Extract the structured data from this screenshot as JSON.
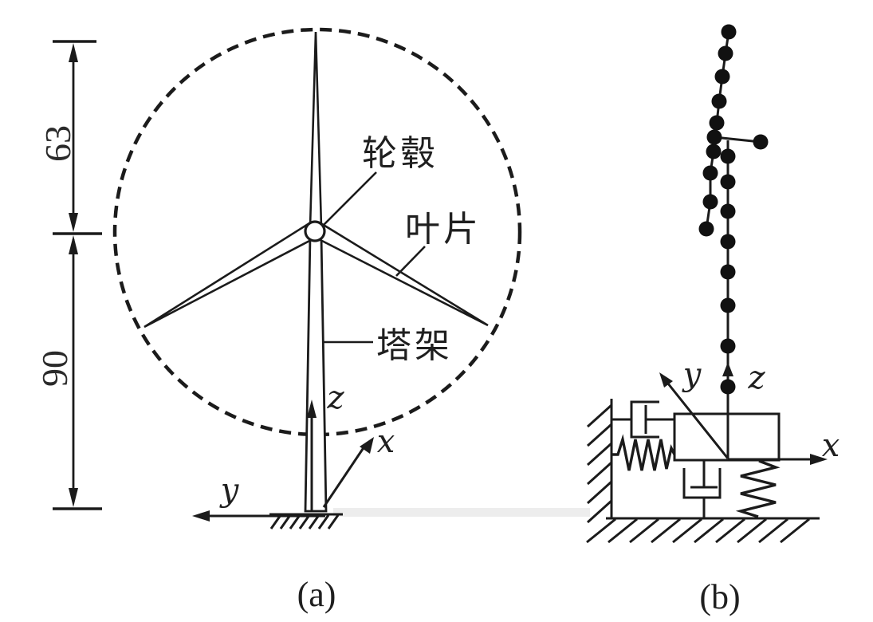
{
  "figure": {
    "background": "#ffffff",
    "ink_color": "#1b1b1b",
    "panel_a": {
      "caption": "(a)",
      "dim_blade_length": "63",
      "dim_hub_height": "90",
      "label_hub": "轮毂",
      "label_blade": "叶片",
      "label_tower": "塔架",
      "axis_x": "x",
      "axis_y": "y",
      "axis_z": "z"
    },
    "panel_b": {
      "caption": "(b)",
      "axis_x": "x",
      "axis_y": "y",
      "axis_z": "z"
    }
  }
}
